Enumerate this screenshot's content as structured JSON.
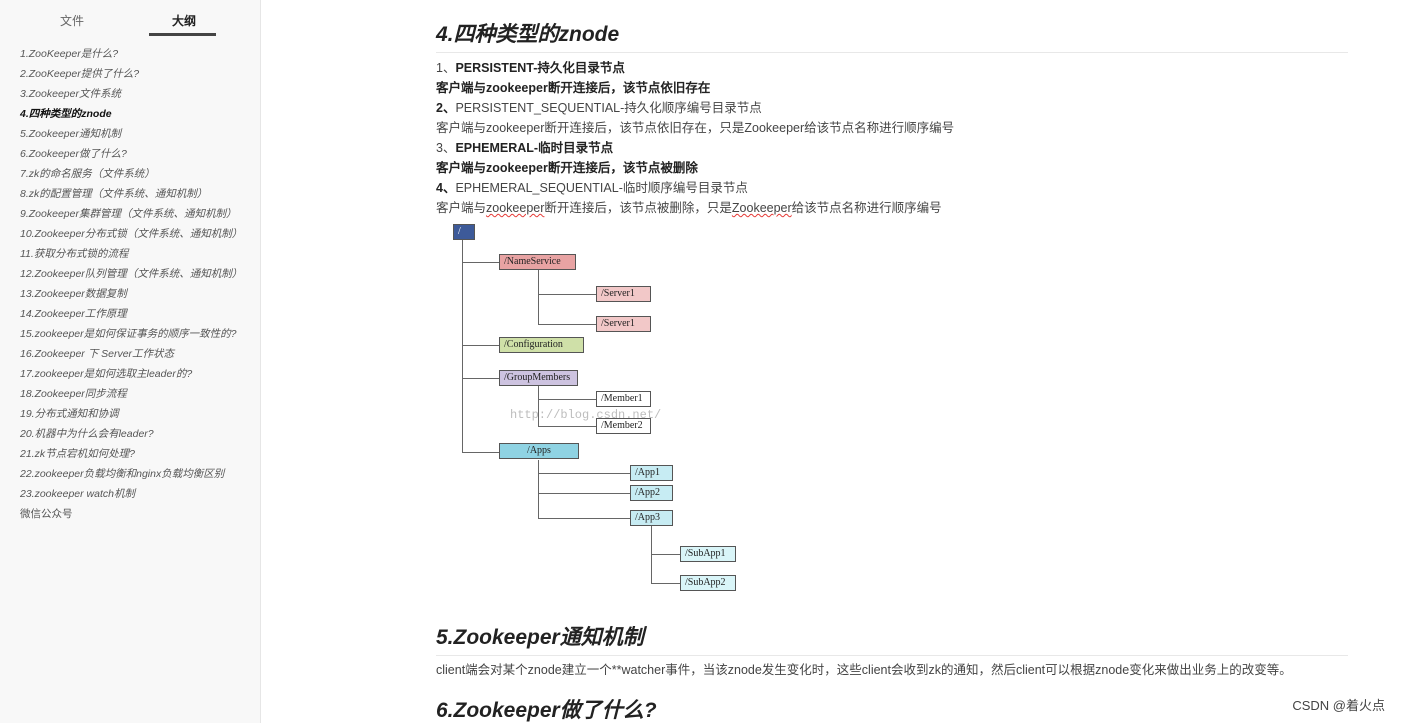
{
  "sidebar": {
    "tabs": {
      "file": "文件",
      "outline": "大纲"
    },
    "outline": [
      "1.ZooKeeper是什么?",
      "2.ZooKeeper提供了什么?",
      "3.Zookeeper文件系统",
      "4.四种类型的znode",
      "5.Zookeeper通知机制",
      "6.Zookeeper做了什么?",
      "7.zk的命名服务（文件系统）",
      "8.zk的配置管理（文件系统、通知机制）",
      "9.Zookeeper集群管理（文件系统、通知机制）",
      "10.Zookeeper分布式锁（文件系统、通知机制）",
      "11.获取分布式锁的流程",
      "12.Zookeeper队列管理（文件系统、通知机制）",
      "13.Zookeeper数据复制",
      "14.Zookeeper工作原理",
      "15.zookeeper是如何保证事务的顺序一致性的?",
      "16.Zookeeper 下 Server工作状态",
      "17.zookeeper是如何选取主leader的?",
      "18.Zookeeper同步流程",
      "19.分布式通知和协调",
      "20.机器中为什么会有leader?",
      "21.zk节点宕机如何处理?",
      "22.zookeeper负载均衡和nginx负载均衡区别",
      "23.zookeeper watch机制",
      "微信公众号"
    ]
  },
  "content": {
    "h4": "4.四种类型的znode",
    "p1_num": "1、",
    "p1_title": "PERSISTENT-持久化目录节点",
    "p1_desc": "客户端与zookeeper断开连接后，该节点依旧存在",
    "p2_num": "2、",
    "p2_title": "PERSISTENT_SEQUENTIAL-持久化顺序编号目录节点",
    "p2_desc_a": "客户端与",
    "p2_desc_b": "zookeeper",
    "p2_desc_c": "断开连接后，该节点依旧存在，只是Zookeeper给该节点名称进行顺序编号",
    "p3_num": "3、",
    "p3_title": "EPHEMERAL-临时目录节点",
    "p3_desc": "客户端与zookeeper断开连接后，该节点被删除",
    "p4_num": "4、",
    "p4_title": "EPHEMERAL_SEQUENTIAL-临时顺序编号目录节点",
    "p4_desc_a": "客户端与",
    "p4_desc_b": "zookeeper",
    "p4_desc_c": "断开连接后，该节点被删除，只是",
    "p4_desc_d": "Zookeeper",
    "p4_desc_e": "给该节点名称进行顺序编号",
    "h5": "5.Zookeeper通知机制",
    "p5": "client端会对某个znode建立一个**watcher事件，当该znode发生变化时，这些client会收到zk的通知，然后client可以根据znode变化来做出业务上的改变等。",
    "h6": "6.Zookeeper做了什么?"
  },
  "tree": {
    "root": "/",
    "nameservice": "/NameService",
    "server1a": "/Server1",
    "server1b": "/Server1",
    "configuration": "/Configuration",
    "groupmembers": "/GroupMembers",
    "member1": "/Member1",
    "member2": "/Member2",
    "apps": "/Apps",
    "app1": "/App1",
    "app2": "/App2",
    "app3": "/App3",
    "subapp1": "/SubApp1",
    "subapp2": "/SubApp2",
    "watermark": "http://blog.csdn.net/",
    "colors": {
      "root": "#3d5a99",
      "nameservice": "#e8a3a3",
      "server": "#f2c8c8",
      "configuration": "#cfe0a8",
      "groupmembers": "#cdc3e0",
      "member": "#ffffff",
      "apps": "#8fd3e3",
      "app": "#c7ecf3",
      "subapp": "#d9f5f8"
    }
  },
  "footer": "CSDN @着火点"
}
